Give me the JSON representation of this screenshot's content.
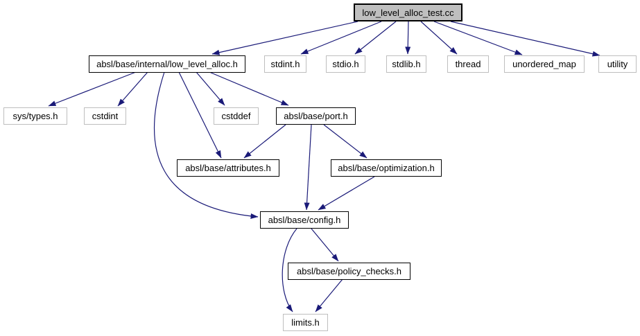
{
  "nodes": {
    "test": {
      "label": "low_level_alloc_test.cc"
    },
    "low_level_alloc": {
      "label": "absl/base/internal/low_level_alloc.h"
    },
    "stdint": {
      "label": "stdint.h"
    },
    "stdio": {
      "label": "stdio.h"
    },
    "stdlib": {
      "label": "stdlib.h"
    },
    "thread": {
      "label": "thread"
    },
    "unordered_map": {
      "label": "unordered_map"
    },
    "utility": {
      "label": "utility"
    },
    "sys_types": {
      "label": "sys/types.h"
    },
    "cstdint": {
      "label": "cstdint"
    },
    "cstddef": {
      "label": "cstddef"
    },
    "port": {
      "label": "absl/base/port.h"
    },
    "attributes": {
      "label": "absl/base/attributes.h"
    },
    "optimization": {
      "label": "absl/base/optimization.h"
    },
    "config": {
      "label": "absl/base/config.h"
    },
    "policy_checks": {
      "label": "absl/base/policy_checks.h"
    },
    "limits": {
      "label": "limits.h"
    }
  },
  "edges": [
    {
      "from": "low_level_alloc_test.cc",
      "to": "absl/base/internal/low_level_alloc.h"
    },
    {
      "from": "low_level_alloc_test.cc",
      "to": "stdint.h"
    },
    {
      "from": "low_level_alloc_test.cc",
      "to": "stdio.h"
    },
    {
      "from": "low_level_alloc_test.cc",
      "to": "stdlib.h"
    },
    {
      "from": "low_level_alloc_test.cc",
      "to": "thread"
    },
    {
      "from": "low_level_alloc_test.cc",
      "to": "unordered_map"
    },
    {
      "from": "low_level_alloc_test.cc",
      "to": "utility"
    },
    {
      "from": "absl/base/internal/low_level_alloc.h",
      "to": "sys/types.h"
    },
    {
      "from": "absl/base/internal/low_level_alloc.h",
      "to": "cstdint"
    },
    {
      "from": "absl/base/internal/low_level_alloc.h",
      "to": "cstddef"
    },
    {
      "from": "absl/base/internal/low_level_alloc.h",
      "to": "absl/base/port.h"
    },
    {
      "from": "absl/base/internal/low_level_alloc.h",
      "to": "absl/base/attributes.h"
    },
    {
      "from": "absl/base/internal/low_level_alloc.h",
      "to": "absl/base/config.h"
    },
    {
      "from": "absl/base/port.h",
      "to": "absl/base/attributes.h"
    },
    {
      "from": "absl/base/port.h",
      "to": "absl/base/config.h"
    },
    {
      "from": "absl/base/port.h",
      "to": "absl/base/optimization.h"
    },
    {
      "from": "absl/base/optimization.h",
      "to": "absl/base/config.h"
    },
    {
      "from": "absl/base/config.h",
      "to": "absl/base/policy_checks.h"
    },
    {
      "from": "absl/base/config.h",
      "to": "limits.h"
    },
    {
      "from": "absl/base/policy_checks.h",
      "to": "limits.h"
    }
  ],
  "colors": {
    "edge": "#1a1a78",
    "root_fill": "#bfbfbf",
    "linked_border": "#000000",
    "external_border": "#bebebe",
    "background": "#ffffff"
  }
}
